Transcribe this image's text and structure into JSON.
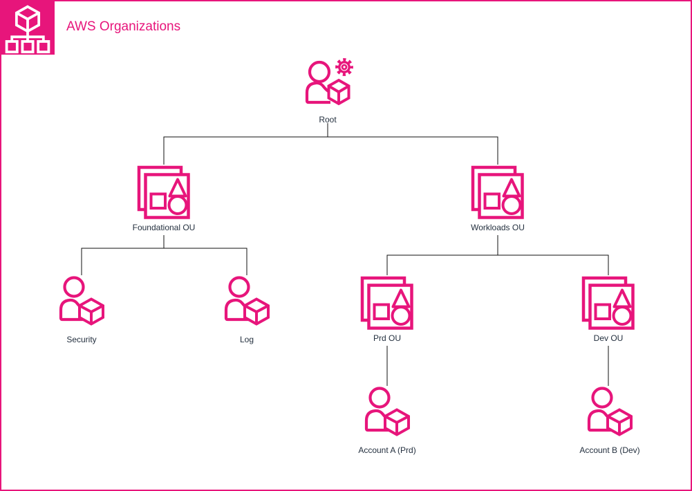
{
  "header": {
    "title": "AWS Organizations",
    "logo_icon": "aws-organizations-logo-icon"
  },
  "colors": {
    "accent": "#E7157B",
    "label": "#232F3E",
    "connector": "#0F0F0F",
    "bg": "#FFFFFF"
  },
  "nodes": {
    "root": {
      "label": "Root",
      "icon": "management-account-icon"
    },
    "foundational_ou": {
      "label": "Foundational OU",
      "icon": "organizational-unit-icon"
    },
    "workloads_ou": {
      "label": "Workloads OU",
      "icon": "organizational-unit-icon"
    },
    "security": {
      "label": "Security",
      "icon": "account-icon"
    },
    "log": {
      "label": "Log",
      "icon": "account-icon"
    },
    "prd_ou": {
      "label": "Prd OU",
      "icon": "organizational-unit-icon"
    },
    "dev_ou": {
      "label": "Dev OU",
      "icon": "organizational-unit-icon"
    },
    "account_a": {
      "label": "Account A (Prd)",
      "icon": "account-icon"
    },
    "account_b": {
      "label": "Account B (Dev)",
      "icon": "account-icon"
    }
  },
  "structure": {
    "root": [
      "foundational_ou",
      "workloads_ou"
    ],
    "foundational_ou": [
      "security",
      "log"
    ],
    "workloads_ou": [
      "prd_ou",
      "dev_ou"
    ],
    "prd_ou": [
      "account_a"
    ],
    "dev_ou": [
      "account_b"
    ]
  }
}
